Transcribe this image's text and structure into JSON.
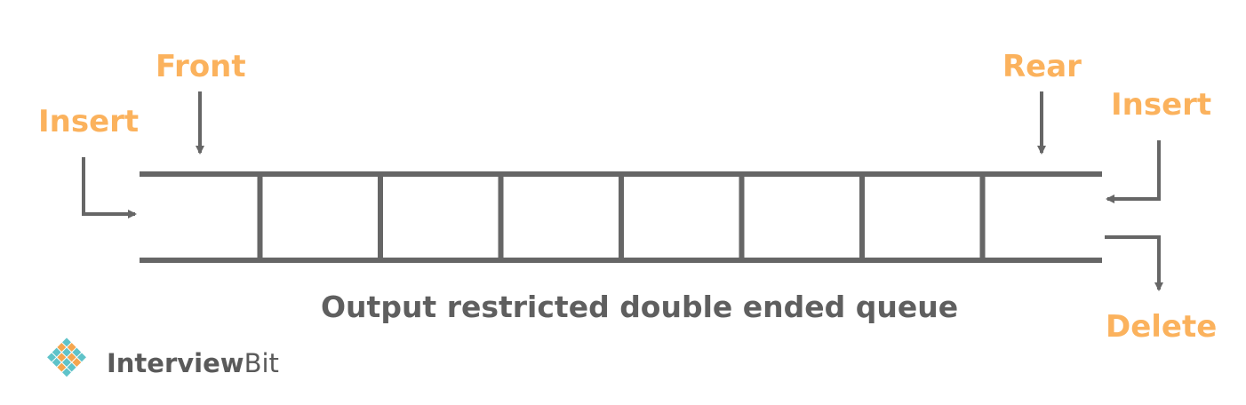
{
  "labels": {
    "front": "Front",
    "rear": "Rear",
    "insert_left": "Insert",
    "insert_right": "Insert",
    "delete": "Delete"
  },
  "caption": "Output restricted double ended queue",
  "brand": {
    "name_bold": "Interview",
    "name_regular": "Bit"
  },
  "queue": {
    "cell_count": 8
  },
  "colors": {
    "label": "#fbb25d",
    "line": "#666666",
    "caption": "#5f5f5f",
    "logo_teal": "#5fc3c9",
    "logo_orange": "#f4a64f"
  }
}
